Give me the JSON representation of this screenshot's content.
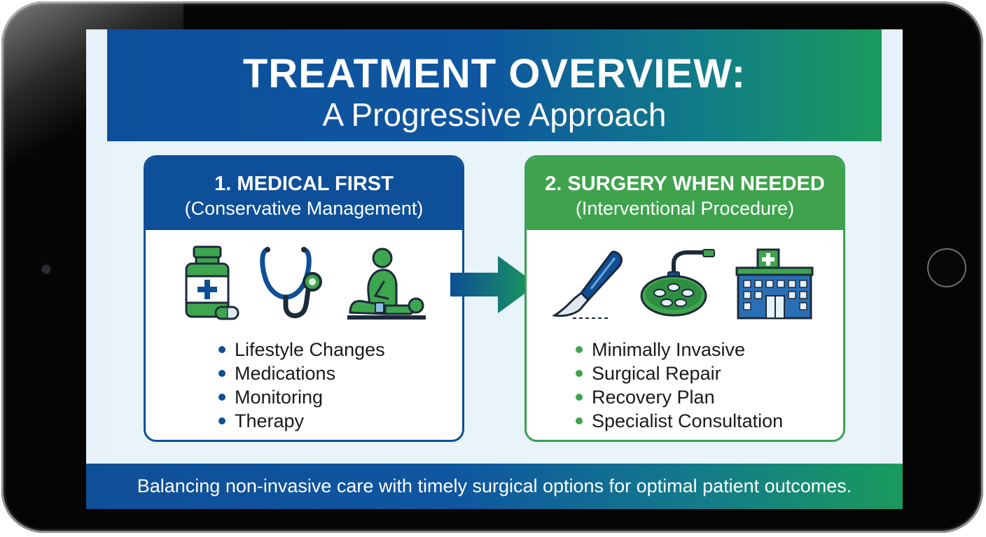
{
  "header": {
    "title": "TREATMENT OVERVIEW:",
    "subtitle": "A Progressive Approach"
  },
  "left_panel": {
    "title": "1. MEDICAL FIRST",
    "subtitle": "(Conservative Management)",
    "icons": [
      "medicine-bottle-icon",
      "stethoscope-icon",
      "physical-therapy-icon"
    ],
    "items": [
      "Lifestyle Changes",
      "Medications",
      "Monitoring",
      "Therapy"
    ]
  },
  "right_panel": {
    "title": "2. SURGERY WHEN NEEDED",
    "subtitle": "(Interventional Procedure)",
    "icons": [
      "scalpel-icon",
      "surgical-lamp-icon",
      "hospital-icon"
    ],
    "items": [
      "Minimally Invasive",
      "Surgical Repair",
      "Recovery Plan",
      "Specialist Consultation"
    ]
  },
  "footer": {
    "text": "Balancing non-invasive care with timely surgical options for optimal patient outcomes."
  },
  "colors": {
    "primary_blue": "#0e4f99",
    "primary_green": "#3fa34d",
    "panel_background": "#e8f3fa"
  }
}
